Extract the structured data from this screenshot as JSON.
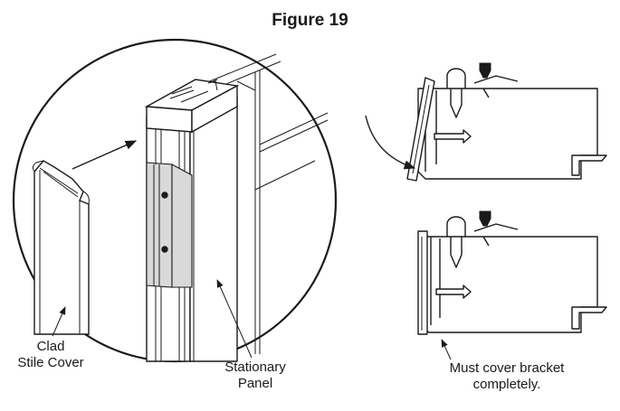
{
  "figure": {
    "title": "Figure 19"
  },
  "labels": {
    "clad_stile_cover": [
      "Clad",
      "Stile Cover"
    ],
    "stationary_panel": [
      "Stationary",
      "Panel"
    ],
    "must_cover_bracket": [
      "Must cover bracket",
      "completely."
    ]
  }
}
